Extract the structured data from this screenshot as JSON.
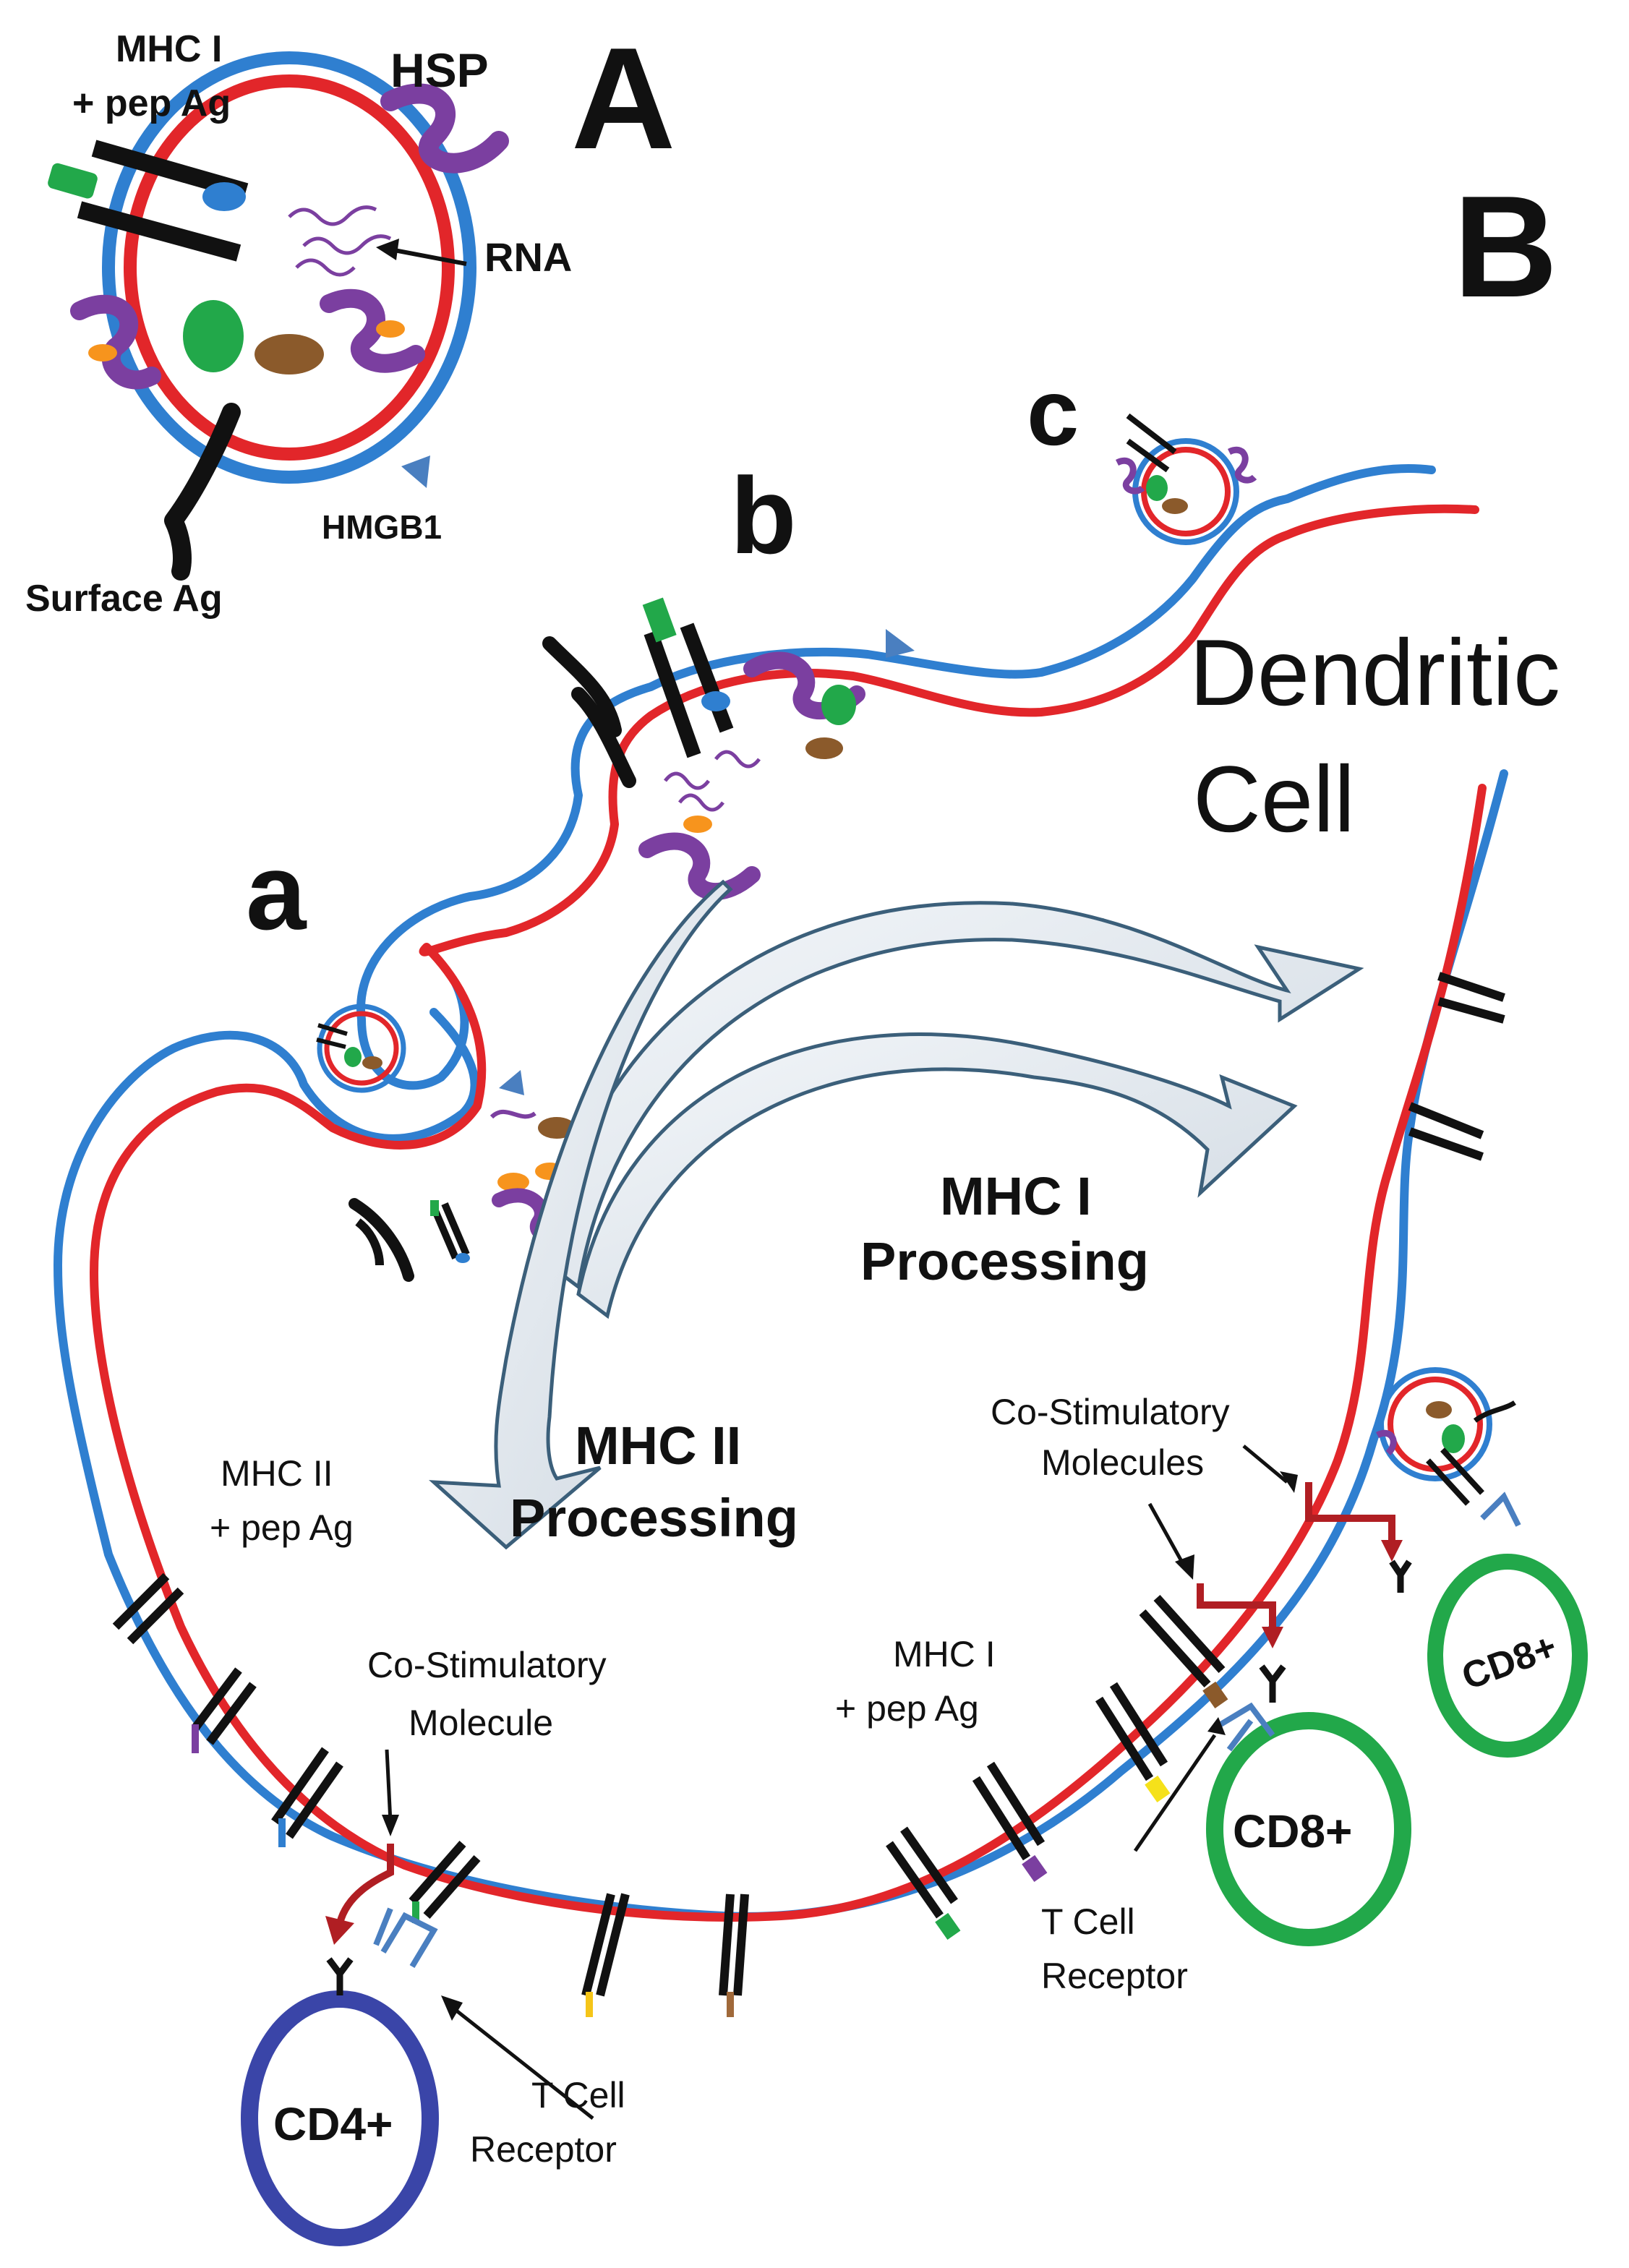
{
  "panel_labels": {
    "a_upper": "A",
    "b_upper": "B",
    "a": "a",
    "b": "b",
    "c": "c"
  },
  "exosome_labels": {
    "mhc_i_line1": "MHC I",
    "mhc_i_line2": "+ pep Ag",
    "hsp": "HSP",
    "rna": "RNA",
    "hmgb1": "HMGB1",
    "surface_ag": "Surface Ag"
  },
  "cell_title": {
    "line1": "Dendritic",
    "line2": "Cell"
  },
  "processing": {
    "mhc_i_line1": "MHC I",
    "mhc_i_line2": "Processing",
    "mhc_ii_line1": "MHC II",
    "mhc_ii_line2": "Processing"
  },
  "left_labels": {
    "mhc_ii_line1": "MHC II",
    "mhc_ii_line2": "+ pep Ag",
    "costim_line1": "Co-Stimulatory",
    "costim_line2": "Molecule",
    "tcr_line1": "T Cell",
    "tcr_line2": "Receptor"
  },
  "right_labels": {
    "costim_line1": "Co-Stimulatory",
    "costim_line2": "Molecules",
    "mhc_i_line1": "MHC I",
    "mhc_i_line2": "+ pep Ag",
    "tcr_line1": "T Cell",
    "tcr_line2": "Receptor"
  },
  "t_cells": {
    "cd4": "CD4+",
    "cd8_center": "CD8+",
    "cd8_right": "CD8+"
  },
  "colors": {
    "outer_membrane": "#2f7fd0",
    "inner_membrane": "#e2262a",
    "hsp": "#7b3fa0",
    "cd4": "#3a45a8",
    "cd8": "#22a84a",
    "costim_arrow": "#b01e23",
    "arrow_fill": "#e9eef3",
    "arrow_stroke": "#3b5f7a"
  }
}
